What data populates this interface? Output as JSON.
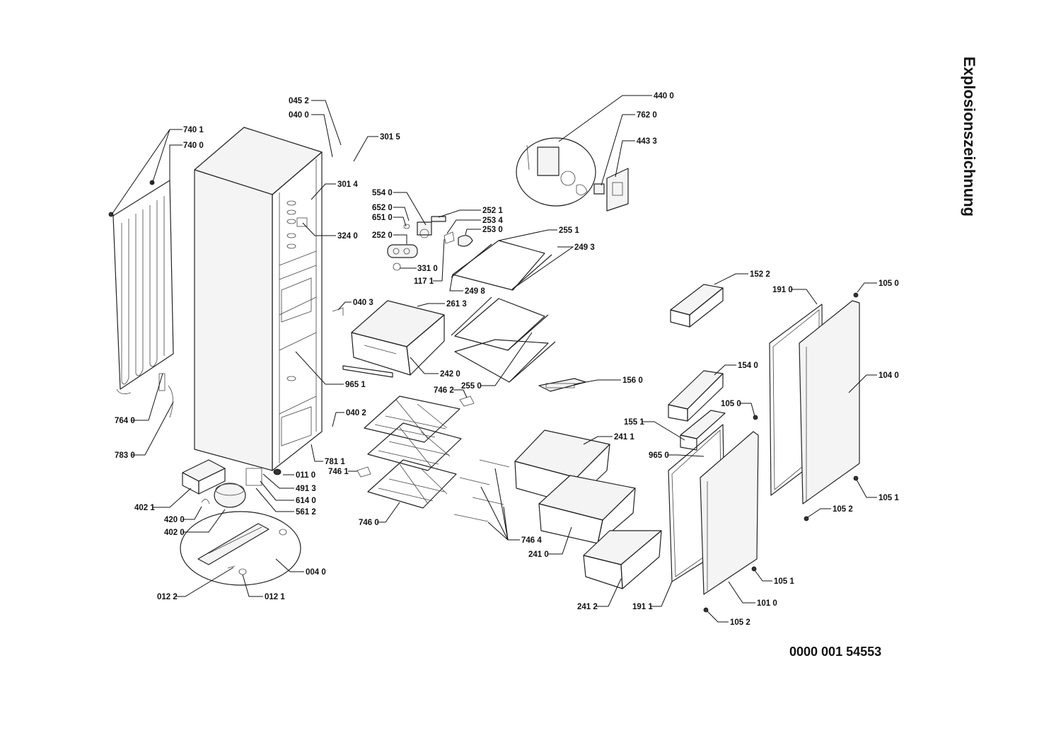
{
  "title": "Explosionszeichnung",
  "document_number": "0000 001 54553",
  "callouts": [
    "045 2",
    "040 0",
    "301 5",
    "740 1",
    "740 0",
    "301 4",
    "324 0",
    "554 0",
    "652 0",
    "651 0",
    "252 0",
    "252 1",
    "253 4",
    "253 0",
    "331 0",
    "117 1",
    "255 1",
    "249 3",
    "249 8",
    "040 3",
    "261 3",
    "242 0",
    "255 0",
    "965 1",
    "156 0",
    "746 2",
    "040 2",
    "764 0",
    "783 0",
    "781 1",
    "746 1",
    "011 0",
    "491 3",
    "614 0",
    "561 2",
    "402 1",
    "420 0",
    "402 0",
    "004 0",
    "012 2",
    "012 1",
    "746 0",
    "746 4",
    "241 1",
    "241 0",
    "241 2",
    "440 0",
    "762 0",
    "443 3",
    "152 2",
    "154 0",
    "155 1",
    "965 0",
    "191 0",
    "105 0",
    "104 0",
    "105 0",
    "105 1",
    "105 2",
    "191 1",
    "101 0",
    "105 1",
    "105 2"
  ]
}
